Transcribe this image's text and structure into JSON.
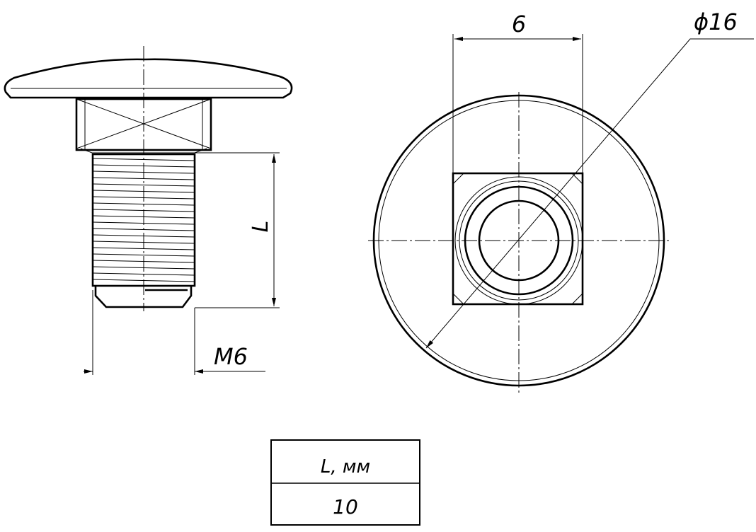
{
  "drawing": {
    "dim_width_label": "6",
    "dim_diameter_label": "ϕ16",
    "dim_length_label": "L",
    "dim_thread_label": "M6"
  },
  "table": {
    "header": "L, мм",
    "value": "10"
  }
}
